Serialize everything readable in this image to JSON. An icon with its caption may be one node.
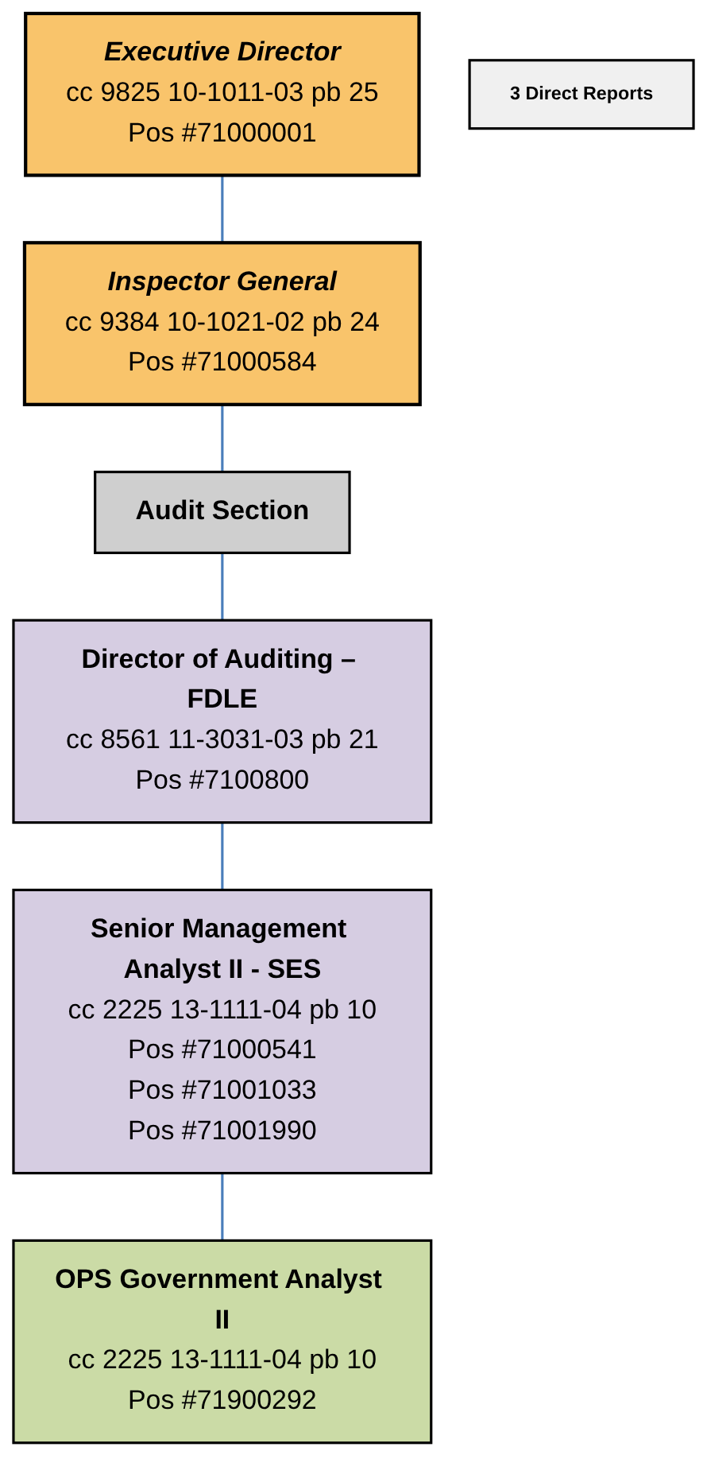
{
  "diagram": {
    "nodes": [
      {
        "text": [
          "Executive Director",
          "cc 9825 10-1011-03 pb 25",
          "Pos #71000001"
        ]
      },
      {
        "text": [
          "Inspector General",
          "cc 9384 10-1021-02 pb 24",
          "Pos #71000584"
        ]
      },
      {
        "text": [
          "Audit Section"
        ]
      },
      {
        "text": [
          "3 Direct Reports"
        ]
      },
      {
        "text": [
          "Director of Auditing – FDLE",
          "cc 8561 11-3031-03 pb 21",
          "Pos #7100800"
        ]
      },
      {
        "text": [
          "Senior Management Analyst II - SES",
          "cc 2225 13-1111-04 pb 10",
          "Pos #71000541",
          "Pos #71001033",
          "Pos #71001990"
        ]
      },
      {
        "text": [
          "OPS Government Analyst II",
          "cc 2225 13-1111-04 pb 10",
          "Pos #71900292"
        ]
      }
    ],
    "edges": [
      {
        "from": 0,
        "to": 1,
        "arrow": "none"
      },
      {
        "from": 1,
        "to": 2,
        "arrow": "none"
      },
      {
        "from": 2,
        "to": 4,
        "arrow": "none"
      },
      {
        "from": 4,
        "to": 5,
        "arrow": "none"
      },
      {
        "from": 5,
        "to": 6,
        "arrow": "none"
      }
    ]
  }
}
